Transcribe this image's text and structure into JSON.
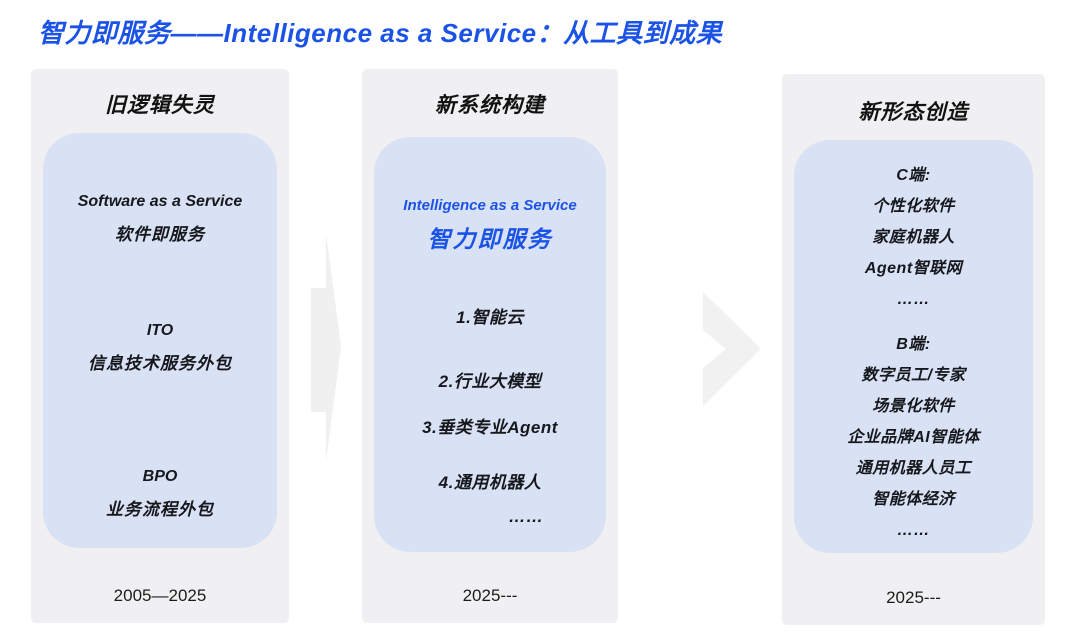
{
  "title": "智力即服务——Intelligence as a Service：从工具到成果",
  "colors": {
    "accent_blue": "#1b53e6",
    "panel_background": "#f0f0f2",
    "card_background": "#d9e2f4",
    "text_dark": "#16181d",
    "arrow_gray_1": "#f0f0f1",
    "arrow_gray_2": "#f1f1f1"
  },
  "columns": [
    {
      "header": "旧逻辑失灵",
      "date": "2005—2025",
      "groups": [
        {
          "en": "Software as a Service",
          "zh": "软件即服务"
        },
        {
          "en": "ITO",
          "zh": "信息技术服务外包"
        },
        {
          "en": "BPO",
          "zh": "业务流程外包"
        }
      ]
    },
    {
      "header": "新系统构建",
      "date": "2025---",
      "highlight_en": "Intelligence as a Service",
      "highlight_zh": "智力即服务",
      "items": [
        "1.智能云",
        "2.行业大模型",
        "3.垂类专业Agent",
        "4.通用机器人",
        "……"
      ]
    },
    {
      "header": "新形态创造",
      "date": "2025---",
      "lines": [
        "C端:",
        "个性化软件",
        "家庭机器人",
        "Agent智联网",
        "……",
        "B端:",
        "数字员工/专家",
        "场景化软件",
        "企业品牌AI智能体",
        "通用机器人员工",
        "智能体经济",
        "……"
      ]
    }
  ],
  "arrows": [
    {
      "name": "transition-arrow-right",
      "color": "#f0f0f1"
    },
    {
      "name": "chevron-right",
      "color": "#f1f1f1"
    }
  ]
}
